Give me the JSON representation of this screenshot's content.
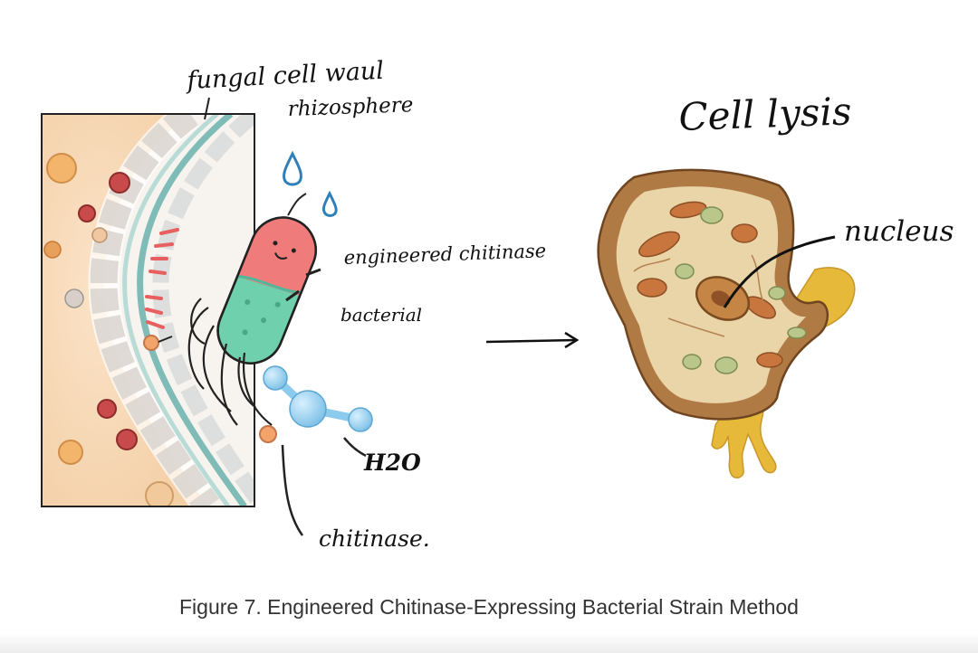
{
  "labels": {
    "wall_line1": "fungal cell waul",
    "wall_line2": "rhizosphere",
    "engineered": "engineered chitinase",
    "bacterial": "bacterial",
    "h2o": "H2O",
    "chitinase": "chitinase.",
    "cell_lysis": "Cell lysis",
    "nucleus": "nucleus"
  },
  "caption": "Figure 7. Engineered Chitinase-Expressing Bacterial Strain Method",
  "colors": {
    "wall_teal": "#7fbcb7",
    "bacterium_pink": "#f07b7b",
    "bacterium_green": "#6fd0ad",
    "water_blue": "#8ccbed",
    "chitinase_orange": "#f2a46b",
    "lysed_cell_brown": "#b07a45",
    "leak_yellow": "#e6b93a"
  },
  "icons": [
    "water-drop-icon",
    "bacterium-icon",
    "water-molecule-icon",
    "arrow-right-icon"
  ]
}
